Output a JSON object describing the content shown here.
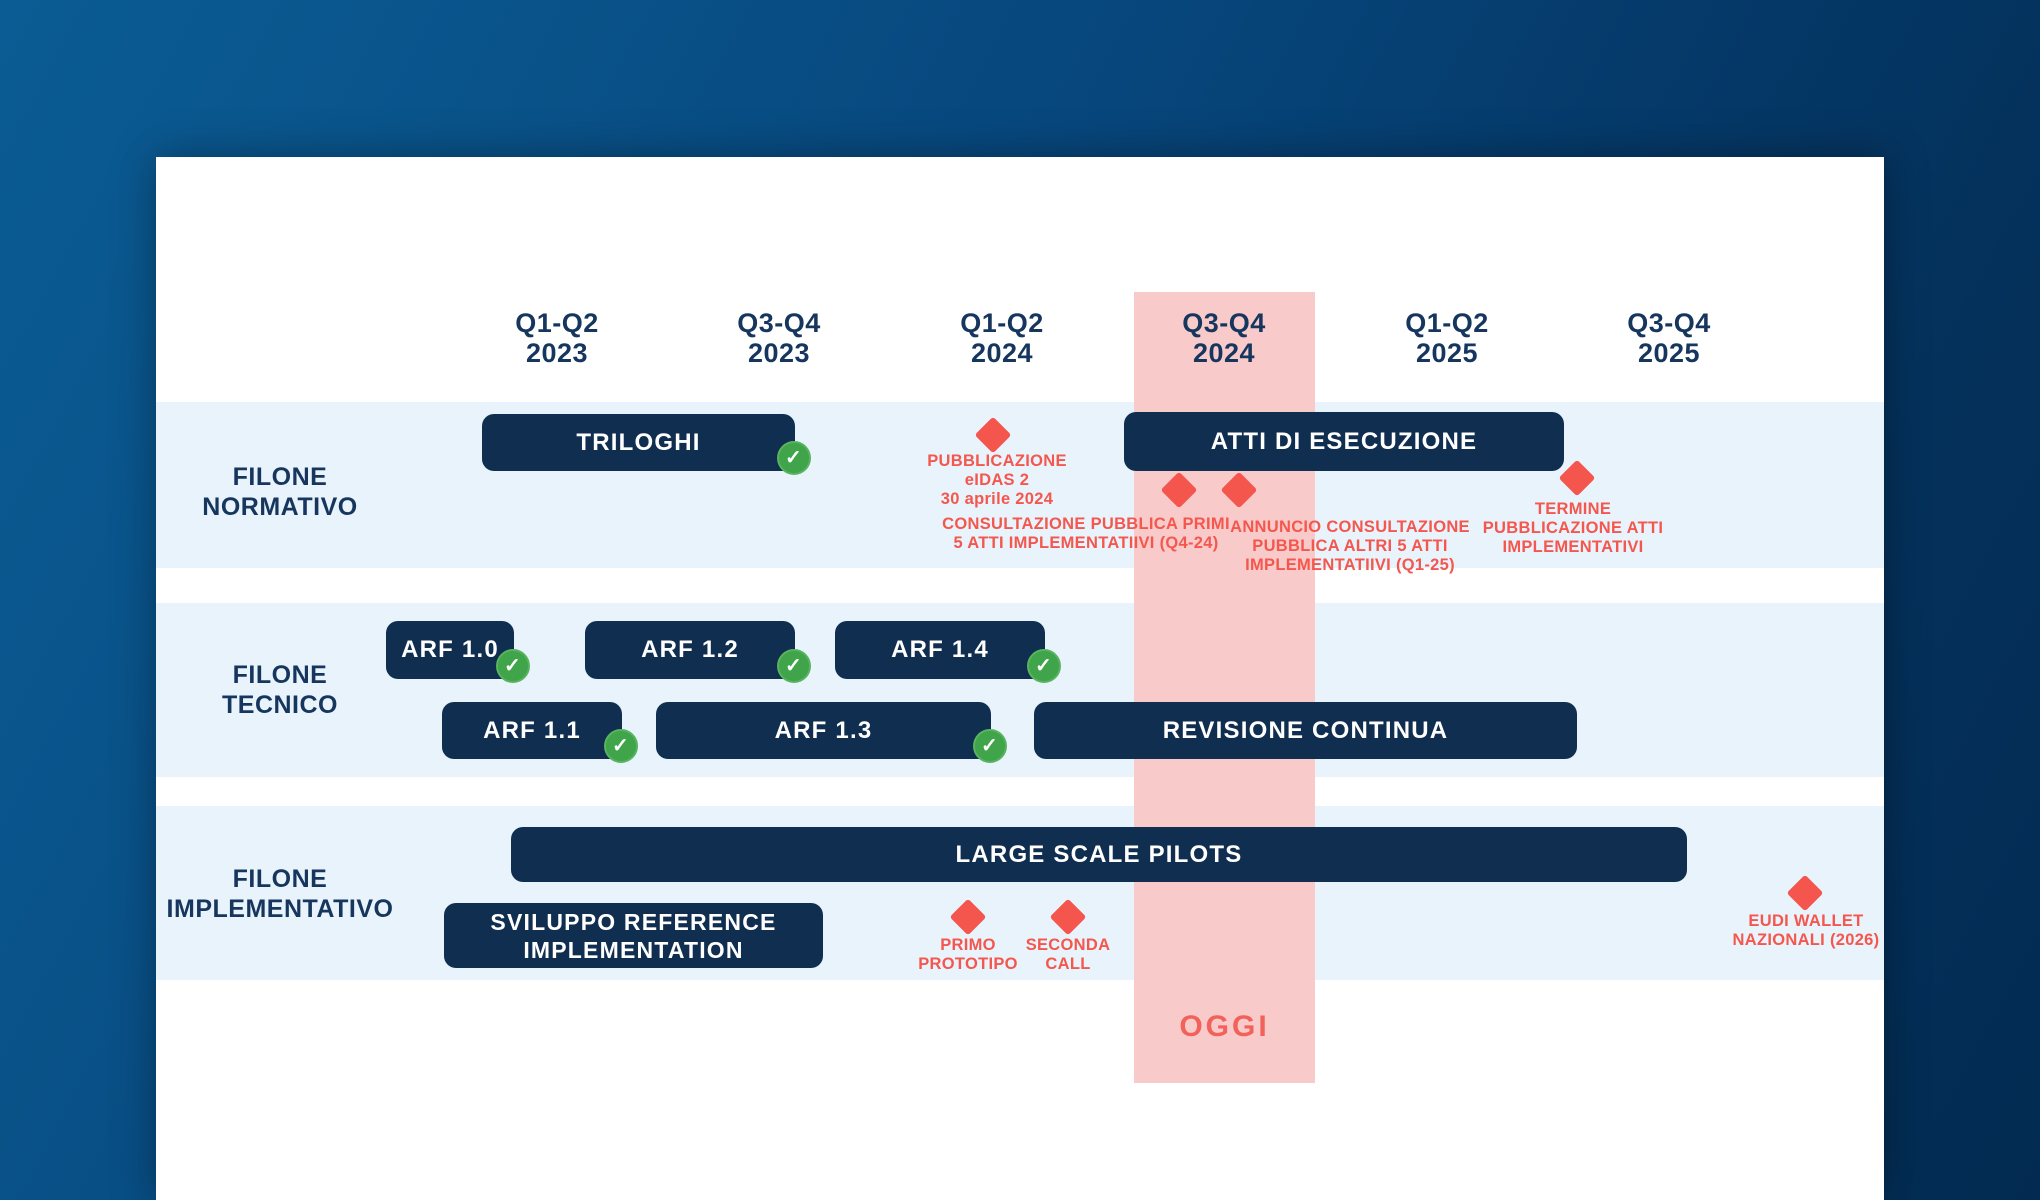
{
  "title": "Roadmap eIDAS 2 / EUDI Wallet",
  "colors": {
    "background_blue_light": "#0b5c94",
    "background_blue_dark": "#032b52",
    "card": "#ffffff",
    "row_band": "#e9f3fc",
    "bar_navy": "#102e4f",
    "text_navy": "#16365e",
    "today_band_pink": "#f9caca",
    "milestone_red": "#f4574d",
    "check_green": "#3fa44a"
  },
  "columns": [
    {
      "quarter": "Q1-Q2",
      "year": "2023"
    },
    {
      "quarter": "Q3-Q4",
      "year": "2023"
    },
    {
      "quarter": "Q1-Q2",
      "year": "2024"
    },
    {
      "quarter": "Q3-Q4",
      "year": "2024"
    },
    {
      "quarter": "Q1-Q2",
      "year": "2025"
    },
    {
      "quarter": "Q3-Q4",
      "year": "2025"
    }
  ],
  "rows": [
    {
      "label": "FILONE\nNORMATIVO"
    },
    {
      "label": "FILONE\nTECNICO"
    },
    {
      "label": "FILONE\nIMPLEMENTATIVO"
    }
  ],
  "bars": [
    {
      "label": "TRILOGHI",
      "done": true
    },
    {
      "label": "ATTI DI ESECUZIONE",
      "done": false
    },
    {
      "label": "ARF 1.0",
      "done": true
    },
    {
      "label": "ARF 1.2",
      "done": true
    },
    {
      "label": "ARF 1.4",
      "done": true
    },
    {
      "label": "ARF 1.1",
      "done": true
    },
    {
      "label": "ARF 1.3",
      "done": true
    },
    {
      "label": "REVISIONE CONTINUA",
      "done": false
    },
    {
      "label": "LARGE SCALE PILOTS",
      "done": false
    },
    {
      "label": "SVILUPPO REFERENCE\nIMPLEMENTATION",
      "done": false
    }
  ],
  "milestones": [
    {
      "label": "PUBBLICAZIONE\neIDAS 2\n30 aprile 2024"
    },
    {
      "label": "CONSULTAZIONE PUBBLICA PRIMI\n5 ATTI IMPLEMENTATIIVI (Q4-24)"
    },
    {
      "label": "ANNUNCIO CONSULTAZIONE\nPUBBLICA ALTRI 5 ATTI\nIMPLEMENTATIIVI (Q1-25)"
    },
    {
      "label": "TERMINE\nPUBBLICAZIONE ATTI\nIMPLEMENTATIVI"
    },
    {
      "label": "PRIMO\nPROTOTIPO"
    },
    {
      "label": "SECONDA\nCALL"
    },
    {
      "label": "EUDI WALLET\nNAZIONALI (2026)"
    }
  ],
  "today": {
    "label": "OGGI"
  }
}
